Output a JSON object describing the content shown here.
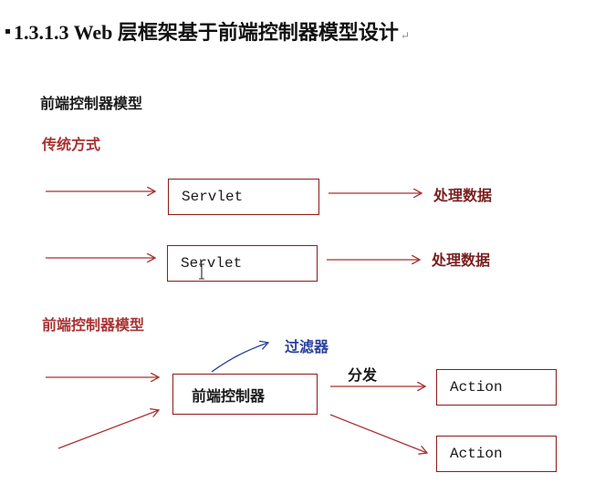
{
  "heading": {
    "text": "1.3.1.3 Web 层框架基于前端控制器模型设计",
    "para_mark": "↵"
  },
  "labels": {
    "section_title": "前端控制器模型",
    "traditional": "传统方式",
    "front_model": "前端控制器模型",
    "process_data_1": "处理数据",
    "process_data_2": "处理数据",
    "filter": "过滤器",
    "dispatch": "分发"
  },
  "boxes": {
    "servlet_1": "Servlet",
    "servlet_2": "Servlet",
    "front_controller": "前端控制器",
    "action_1": "Action",
    "action_2": "Action"
  },
  "colors": {
    "box_border": "#8a1c1c",
    "arrow": "#a83232",
    "label_red": "#a83232",
    "label_blue": "#2a3f9e"
  },
  "icons": {
    "cursor": "i-beam-cursor-icon"
  }
}
